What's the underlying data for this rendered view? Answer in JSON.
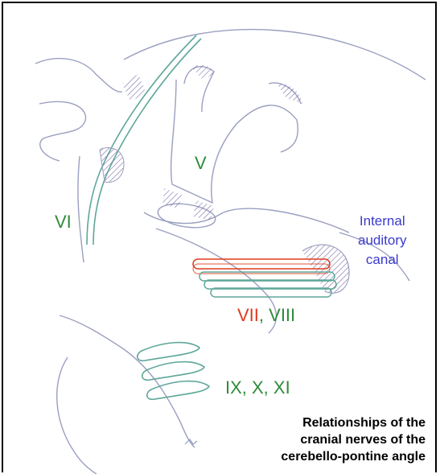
{
  "labels": {
    "trigeminal": "V",
    "abducens": "VI",
    "internal_canal_line1": "Internal",
    "internal_canal_line2": "auditory",
    "internal_canal_line3": "canal",
    "facial": "VII",
    "separator": ", ",
    "vestibulocochlear": "VIII",
    "lower_nerves": "IX, X, XI"
  },
  "caption": {
    "line1": "Relationships of the",
    "line2": "cranial nerves of the",
    "line3": "cerebello-pontine angle"
  },
  "colors": {
    "nerve_green": "#2e8b3a",
    "facial_red": "#e03a1e",
    "canal_blue": "#3a3acc",
    "sketch_line": "#9a9fc0",
    "nerve_stroke": "#5ea79a",
    "hatch": "#7a6fa8"
  }
}
